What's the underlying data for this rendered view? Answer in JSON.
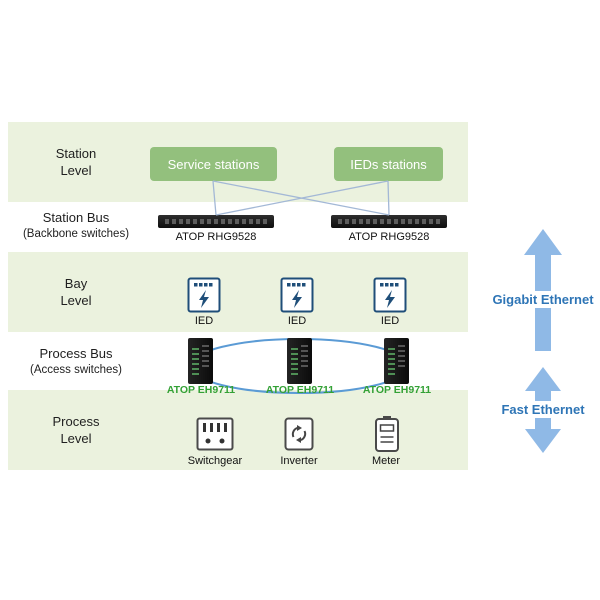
{
  "levels": {
    "station": {
      "line1": "Station",
      "line2": "Level"
    },
    "station_bus": {
      "line1": "Station Bus",
      "line2": "(Backbone switches)"
    },
    "bay": {
      "line1": "Bay",
      "line2": "Level"
    },
    "process_bus": {
      "line1": "Process Bus",
      "line2": "(Access switches)"
    },
    "process": {
      "line1": "Process",
      "line2": "Level"
    }
  },
  "station_level": {
    "boxes": [
      {
        "label": "Service stations"
      },
      {
        "label": "IEDs stations"
      }
    ]
  },
  "station_bus": {
    "switches": [
      {
        "label": "ATOP RHG9528"
      },
      {
        "label": "ATOP RHG9528"
      }
    ]
  },
  "bay_level": {
    "ieds": [
      {
        "label": "IED"
      },
      {
        "label": "IED"
      },
      {
        "label": "IED"
      }
    ]
  },
  "process_bus": {
    "switches": [
      {
        "label": "ATOP EH9711"
      },
      {
        "label": "ATOP EH9711"
      },
      {
        "label": "ATOP EH9711"
      }
    ]
  },
  "process_level": {
    "devices": [
      {
        "label": "Switchgear"
      },
      {
        "label": "Inverter"
      },
      {
        "label": "Meter"
      }
    ]
  },
  "ethernet": {
    "gigabit_label": "Gigabit Ethernet",
    "fast_label": "Fast Ethernet"
  },
  "icons": {
    "rack_switch": "rack-switch-icon",
    "tower_switch": "tower-switch-icon",
    "ied": "ied-lightning-icon",
    "switchgear": "switchgear-panel-icon",
    "inverter": "inverter-cycle-icon",
    "meter": "meter-icon",
    "gigabit_arrow": "up-arrow-icon",
    "fast_arrow": "double-headed-arrow-icon"
  },
  "colors": {
    "band_green": "#ebf2de",
    "node_green": "#93c07d",
    "atop_green_text": "#33a135",
    "arrow_blue": "#8fb9e6",
    "ethernet_text_blue": "#2e75b6",
    "link_line": "#a3b8d6",
    "ring_blue": "#5b9bd5"
  }
}
